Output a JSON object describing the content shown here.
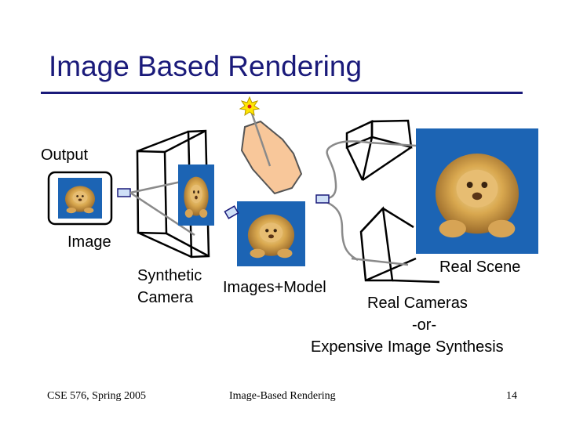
{
  "slide": {
    "title": "Image Based Rendering",
    "accent_color": "#1a1a7a"
  },
  "labels": {
    "output": "Output",
    "image": "Image",
    "synthetic": "Synthetic",
    "camera": "Camera",
    "images_model": "Images+Model",
    "real_scene": "Real Scene",
    "real_cameras": "Real Cameras",
    "or": "-or-",
    "expensive": "Expensive Image Synthesis"
  },
  "footer": {
    "course": "CSE 576, Spring 2005",
    "topic": "Image-Based Rendering",
    "page_number": "14"
  },
  "icons": [
    "light-source-icon",
    "lion-photo",
    "camera-frustum",
    "scene-object"
  ]
}
